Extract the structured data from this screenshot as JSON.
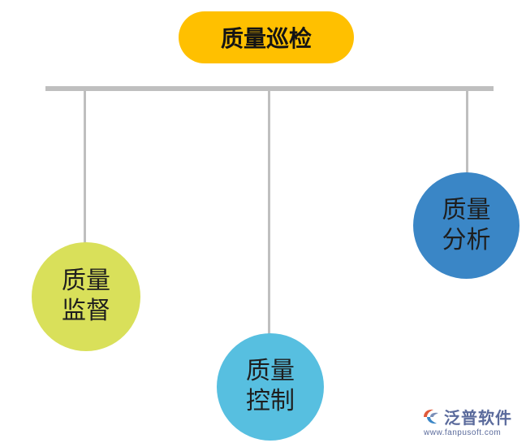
{
  "title": "质量巡检",
  "branches": [
    {
      "line1": "质量",
      "line2": "监督"
    },
    {
      "line1": "质量",
      "line2": "控制"
    },
    {
      "line1": "质量",
      "line2": "分析"
    }
  ],
  "watermark": {
    "name": "泛普软件",
    "url": "www.fanpusoft.com"
  },
  "colors": {
    "title_pill": "#FFC000",
    "connector": "#BFBFBF",
    "branch_1": "#D9E05A",
    "branch_2": "#57BFE0",
    "branch_3": "#3A86C6",
    "watermark": "#5B6B9C"
  }
}
